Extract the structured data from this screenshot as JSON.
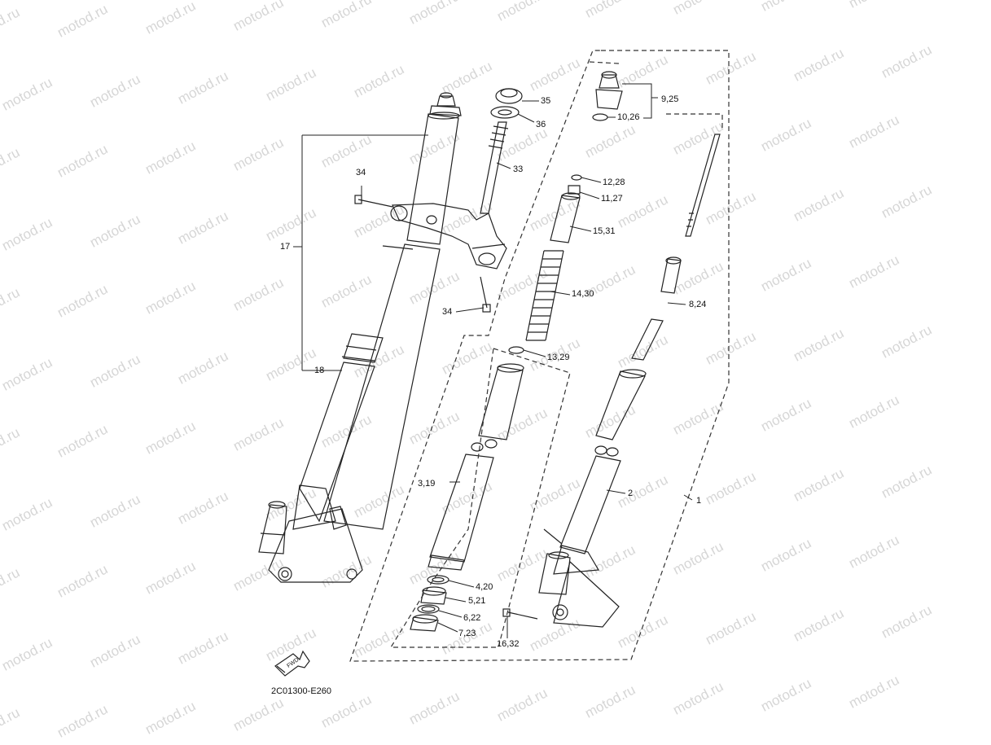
{
  "watermark": "motod.ru",
  "diagram_code": "2C01300-E260",
  "fwd_label": "FWD",
  "callouts": [
    {
      "id": "c35",
      "text": "35"
    },
    {
      "id": "c36",
      "text": "36"
    },
    {
      "id": "c33",
      "text": "33"
    },
    {
      "id": "c34a",
      "text": "34"
    },
    {
      "id": "c34b",
      "text": "34"
    },
    {
      "id": "c17",
      "text": "17"
    },
    {
      "id": "c18",
      "text": "18"
    },
    {
      "id": "c9_25",
      "text": "9,25"
    },
    {
      "id": "c10_26",
      "text": "10,26"
    },
    {
      "id": "c12_28",
      "text": "12,28"
    },
    {
      "id": "c11_27",
      "text": "11,27"
    },
    {
      "id": "c15_31",
      "text": "15,31"
    },
    {
      "id": "c14_30",
      "text": "14,30"
    },
    {
      "id": "c8_24",
      "text": "8,24"
    },
    {
      "id": "c13_29",
      "text": "13,29"
    },
    {
      "id": "c3_19",
      "text": "3,19"
    },
    {
      "id": "c2",
      "text": "2"
    },
    {
      "id": "c1",
      "text": "1"
    },
    {
      "id": "c4_20",
      "text": "4,20"
    },
    {
      "id": "c5_21",
      "text": "5,21"
    },
    {
      "id": "c6_22",
      "text": "6,22"
    },
    {
      "id": "c7_23",
      "text": "7,23"
    },
    {
      "id": "c16_32",
      "text": "16,32"
    }
  ]
}
